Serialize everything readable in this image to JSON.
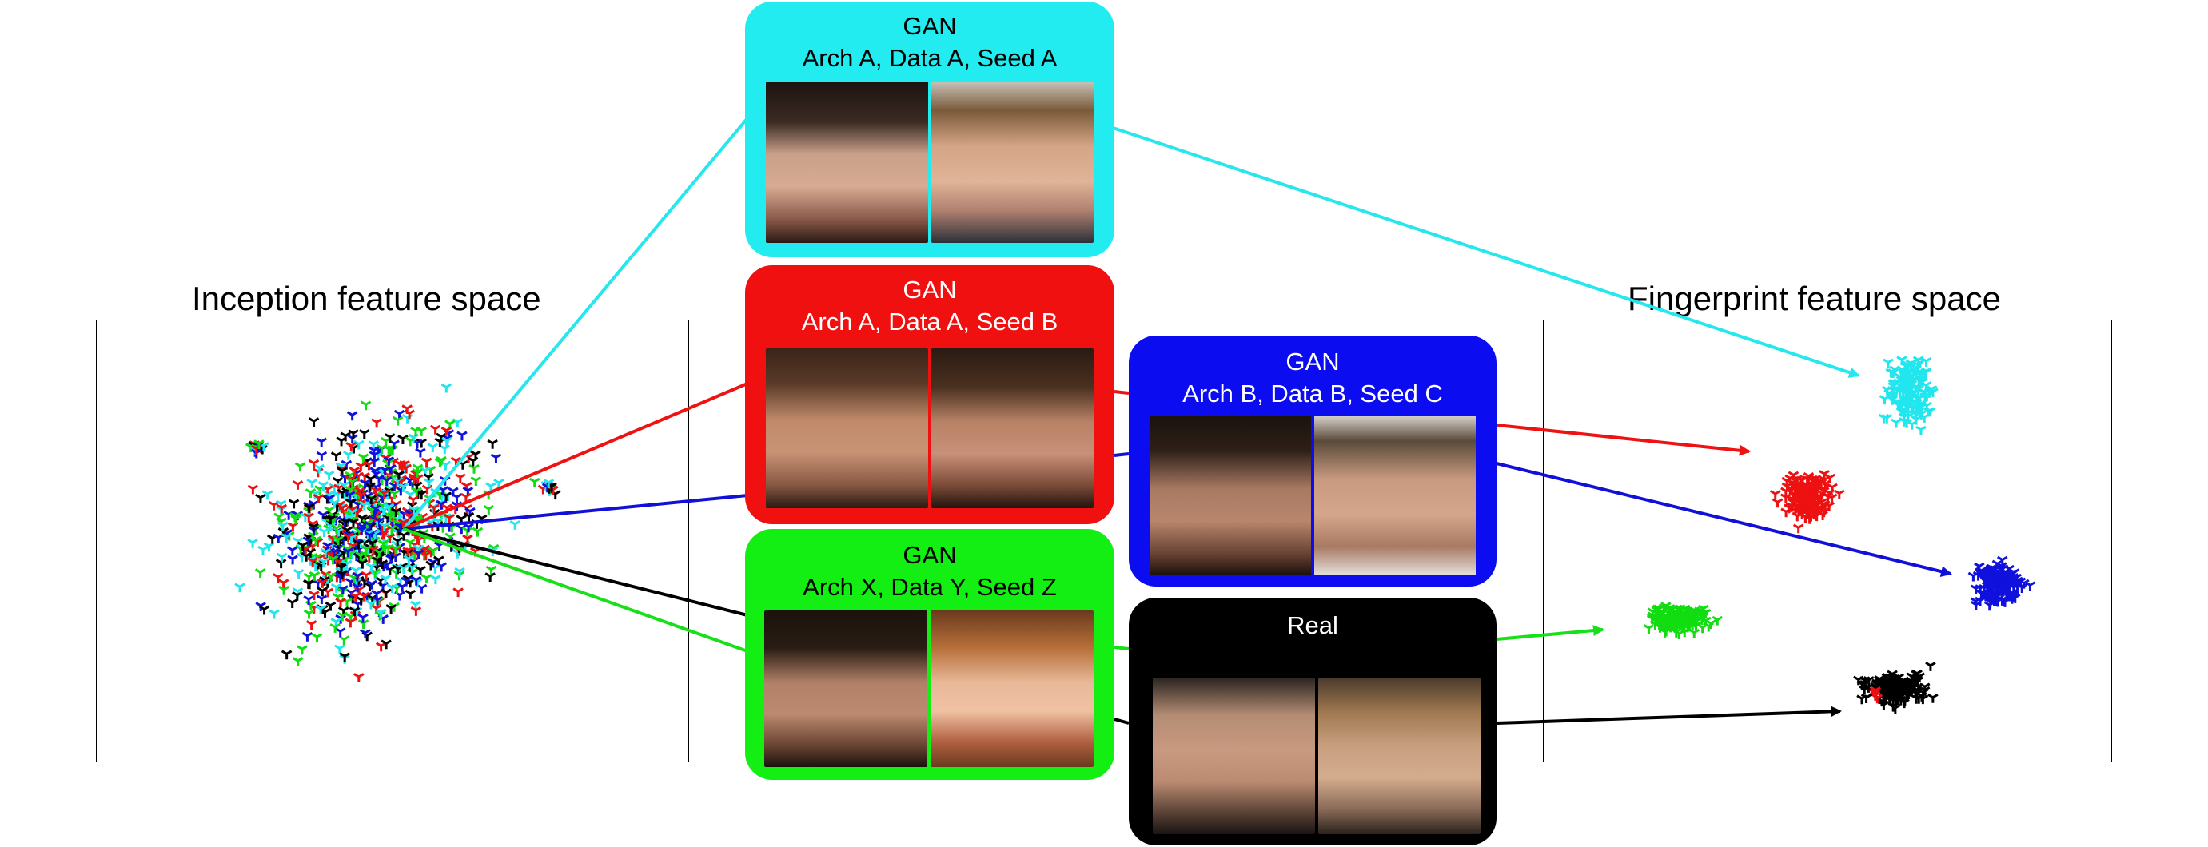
{
  "spaces": {
    "left_title": "Inception feature space",
    "right_title": "Fingerprint feature space"
  },
  "boxes": {
    "cyan": {
      "title": "GAN",
      "subtitle": "Arch A, Data A, Seed A",
      "color": "#22ecf0",
      "text_color": "#000000",
      "stroke": "#26e6ee"
    },
    "red": {
      "title": "GAN",
      "subtitle": "Arch A, Data A, Seed B",
      "color": "#f01010",
      "text_color": "#ffffff",
      "stroke": "#ee1212"
    },
    "blue": {
      "title": "GAN",
      "subtitle": "Arch B, Data B, Seed C",
      "color": "#0c0cf0",
      "text_color": "#ffffff",
      "stroke": "#1010d8"
    },
    "green": {
      "title": "GAN",
      "subtitle": "Arch X, Data Y, Seed Z",
      "color": "#13ee13",
      "text_color": "#000000",
      "stroke": "#18e018"
    },
    "black": {
      "title": "Real",
      "subtitle": "",
      "color": "#000000",
      "text_color": "#ffffff",
      "stroke": "#000000"
    }
  },
  "point_colors": [
    "#22e6ee",
    "#ee1111",
    "#1111dd",
    "#11dd11",
    "#000000"
  ]
}
